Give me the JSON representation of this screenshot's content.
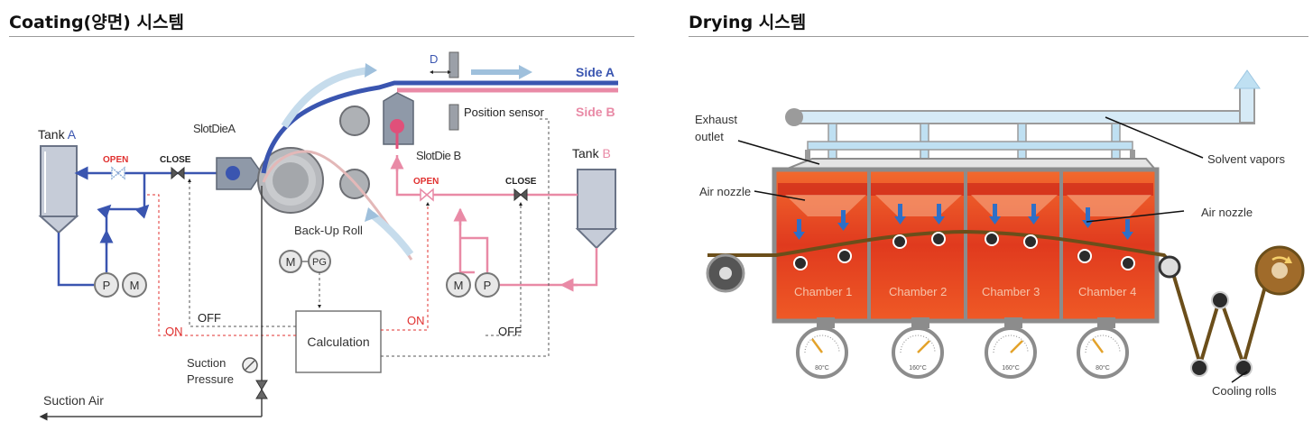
{
  "coating": {
    "title": "Coating(양면) 시스템",
    "labels": {
      "tank_a_prefix": "Tank ",
      "tank_a_letter": "A",
      "tank_b_prefix": "Tank ",
      "tank_b_letter": "B",
      "open_a": "OPEN",
      "close_a": "CLOSE",
      "open_b": "OPEN",
      "close_b": "CLOSE",
      "slot_die_a": "SlotDieA",
      "slot_die_b": "SlotDie B",
      "gap": "D",
      "side_a": "Side A",
      "side_b": "Side B",
      "position_sensor": "Position sensor",
      "back_up_roll": "Back-Up Roll",
      "pump": "P",
      "motor": "M",
      "pressure_gauge": "PG",
      "calculation": "Calculation",
      "on_left": "ON",
      "off_left": "OFF",
      "on_right": "ON",
      "off_right": "OFF",
      "suction_pressure_1": "Suction",
      "suction_pressure_2": "Pressure",
      "suction_air": "Suction Air"
    }
  },
  "drying": {
    "title": "Drying 시스템",
    "labels": {
      "exhaust_outlet_1": "Exhaust",
      "exhaust_outlet_2": "outlet",
      "solvent_vapors": "Solvent vapors",
      "air_nozzle_left": "Air nozzle",
      "air_nozzle_right": "Air nozzle",
      "chamber_1": "Chamber 1",
      "chamber_2": "Chamber 2",
      "chamber_3": "Chamber 3",
      "chamber_4": "Chamber 4",
      "gauge_1": "80°C",
      "gauge_2": "160°C",
      "gauge_3": "160°C",
      "gauge_4": "80°C",
      "cooling_rolls": "Cooling rolls"
    }
  },
  "colors": {
    "side_a_blue": "#3a55b0",
    "side_b_pink": "#e98aa6",
    "red_label": "#e0302f",
    "chamber_red": "#d4231b",
    "chamber_orange": "#f2652a",
    "frame_gray": "#8c8c8c",
    "web_brown": "#6b4e1a",
    "vapor_blue": "#bfe0f2"
  }
}
